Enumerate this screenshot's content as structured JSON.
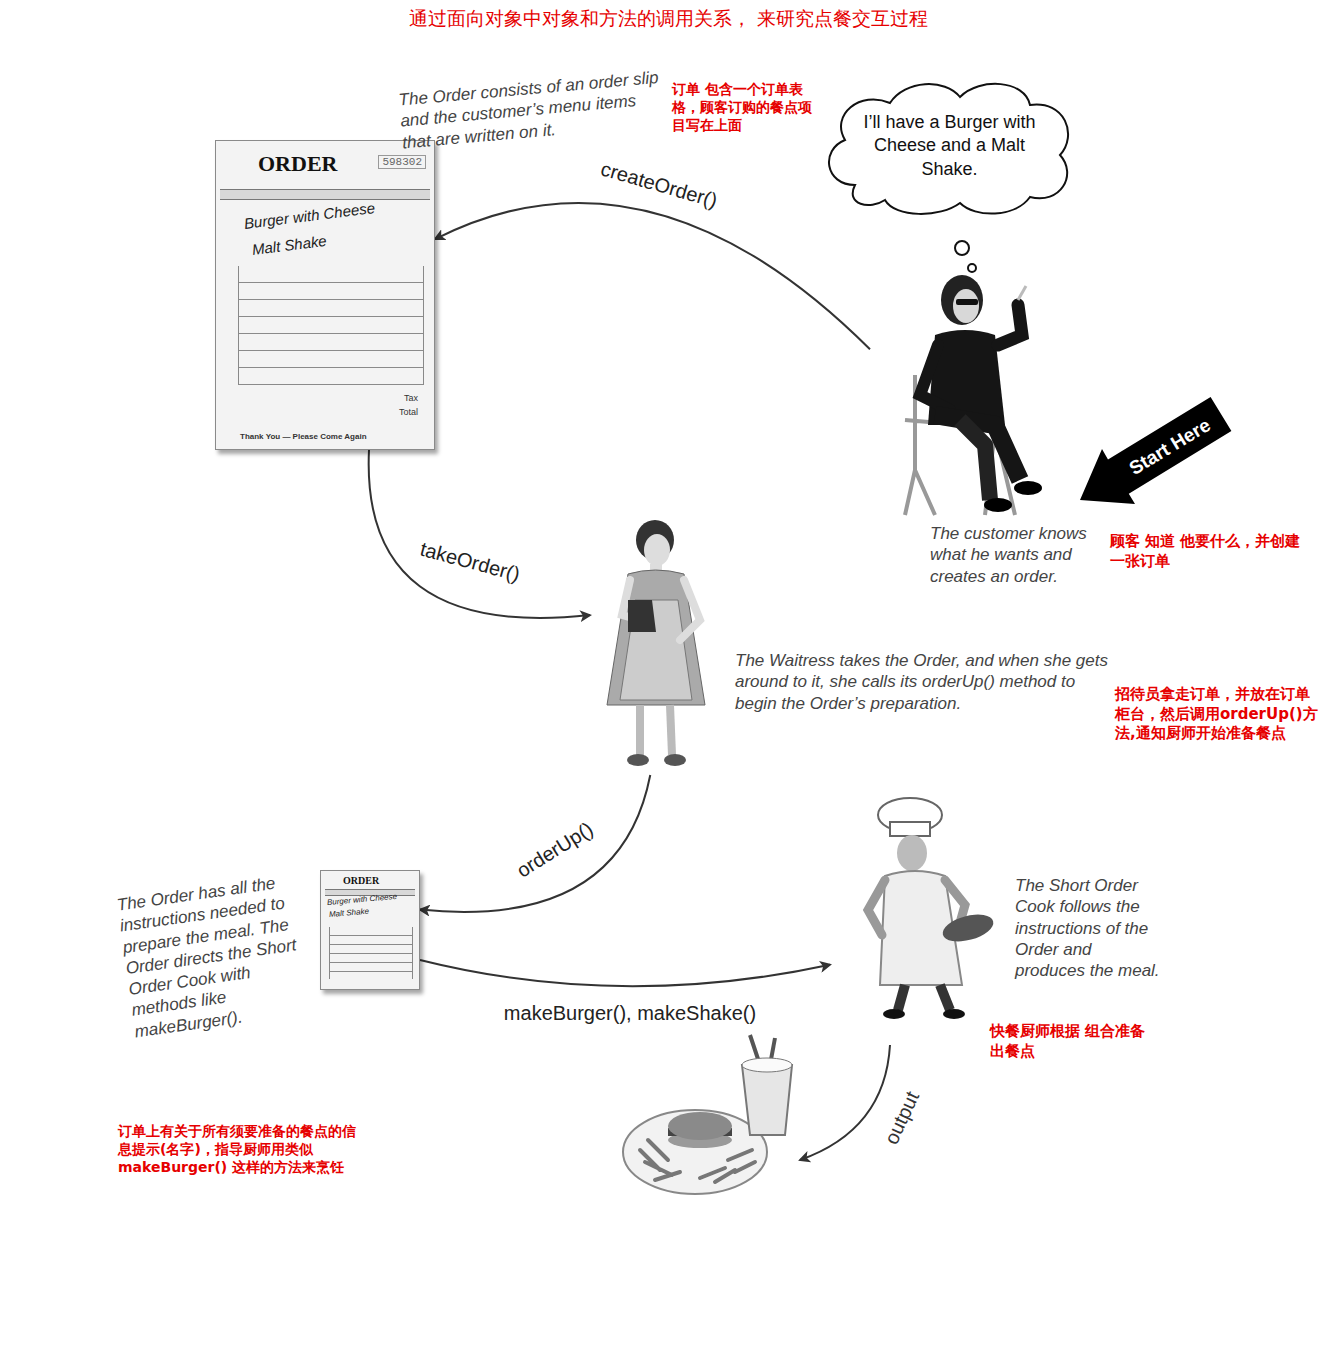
{
  "diagram": {
    "title": "通过面向对象中对象和方法的调用关系， 来研究点餐交互过程",
    "nodes": [
      {
        "text": [
          "ORDER",
          "598302",
          "Burger with Cheese",
          "Malt Shake",
          "Tax",
          "Total",
          "Thank You — Please Come Again"
        ]
      },
      {
        "text": [
          "I’ll have a Burger with Cheese and a Malt Shake."
        ]
      },
      {
        "text": [
          "The customer knows what he wants and creates an order.",
          "顾客 知道 他要什么，并创建一张订单"
        ]
      },
      {
        "text": [
          "The Waitress takes the Order, and when she gets around to it, she calls its orderUp() method to begin the Order’s preparation.",
          "招待员拿走订单，并放在订单柜台，然后调用orderUp()方法,通知厨师开始准备餐点"
        ]
      },
      {
        "text": [
          "ORDER",
          "Burger with Cheese",
          "Malt Shake"
        ]
      },
      {
        "text": [
          "The Short Order Cook follows the instructions of the Order and produces the meal.",
          "快餐厨师根据 组合准备出餐点"
        ]
      }
    ],
    "edges": [
      {
        "from": 2,
        "to": 0,
        "arrow": "to",
        "label": "createOrder()"
      },
      {
        "from": 0,
        "to": 3,
        "arrow": "to",
        "label": "takeOrder()"
      },
      {
        "from": 3,
        "to": 4,
        "arrow": "to",
        "label": "orderUp()"
      },
      {
        "from": 4,
        "to": 5,
        "arrow": "to",
        "label": "makeBurger(), makeShake()"
      }
    ],
    "labels": [
      "The Order consists of an order slip and the customer’s menu items that are written on it.",
      "订单 包含一个订单表格，顾客订购的餐点项目写在上面",
      "Start Here",
      "The Order has all the instructions needed to prepare the meal. The Order directs the Short Order Cook with methods like makeBurger().",
      "订单上有关于所有须要准备的餐点的信息提示(名字)，指导厨师用类似 makeBurger() 这样的方法来烹饪",
      "output"
    ]
  }
}
